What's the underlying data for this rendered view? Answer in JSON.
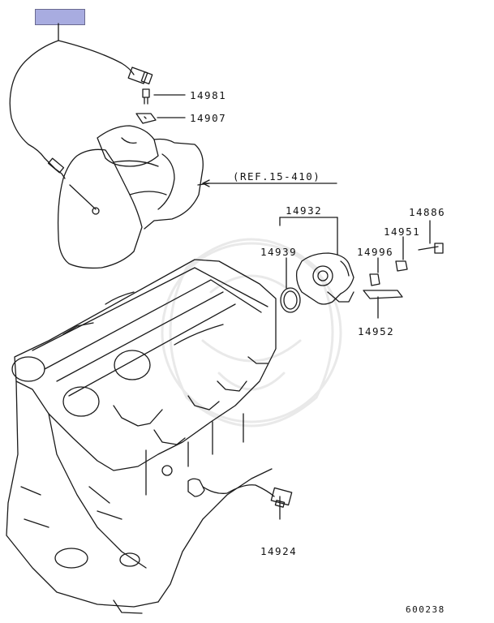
{
  "colors": {
    "line": "#1a1a1a",
    "tag_fill": "#a8ace0",
    "watermark": "#eeeeee"
  },
  "callouts": [
    {
      "id": "14981",
      "label": "14981"
    },
    {
      "id": "14907",
      "label": "14907"
    },
    {
      "id": "14932",
      "label": "14932"
    },
    {
      "id": "14939",
      "label": "14939"
    },
    {
      "id": "14886",
      "label": "14886"
    },
    {
      "id": "14951",
      "label": "14951"
    },
    {
      "id": "14996",
      "label": "14996"
    },
    {
      "id": "14952",
      "label": "14952"
    },
    {
      "id": "14924",
      "label": "14924"
    }
  ],
  "reference": "(REF.15-410)",
  "figure_number": "600238",
  "highlight_tag": {
    "color": "#a8ace0"
  }
}
